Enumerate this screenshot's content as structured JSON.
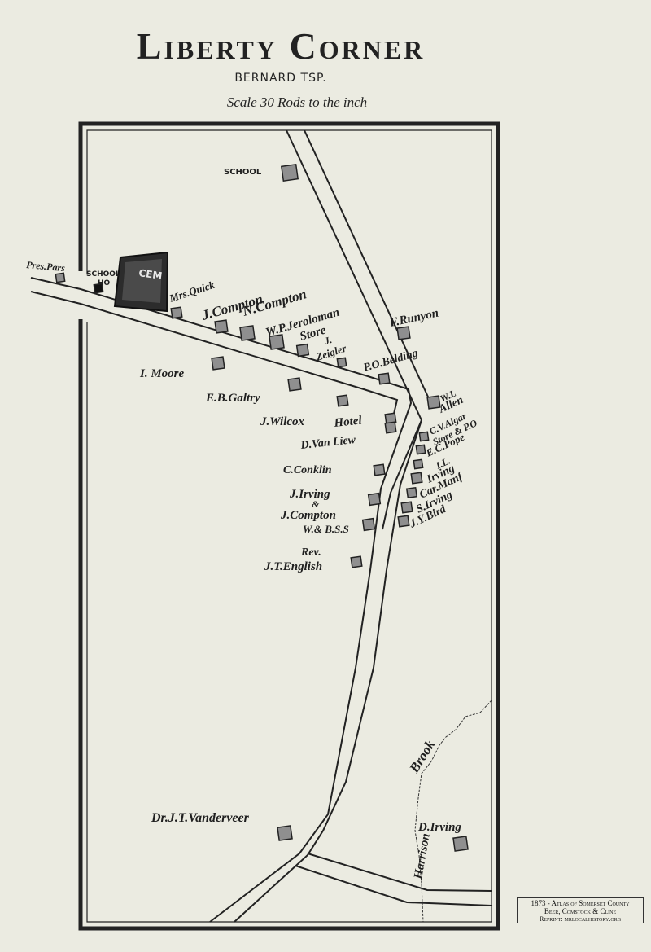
{
  "map": {
    "title": "Liberty Corner",
    "township": "BERNARD TSP.",
    "scale": "Scale 30 Rods to the inch"
  },
  "labels": {
    "school": "SCHOOL",
    "pres_pars": "Pres.Pars",
    "school_ho_1": "SCHOOL",
    "school_ho_2": "HO",
    "cem": "CEM",
    "mrs_quick": "Mrs.Quick",
    "j_compton": "J.Compton",
    "n_compton": "N.Compton",
    "w_p_jeroloman": "W.P.Jeroloman",
    "store": "Store",
    "j_zeigler_1": "J.",
    "j_zeigler_2": "Zeigler",
    "p_o_belding": "P.O.Belding",
    "f_runyon": "F.Runyon",
    "i_moore": "I. Moore",
    "e_b_galtry": "E.B.Galtry",
    "j_wilcox": "J.Wilcox",
    "hotel": "Hotel",
    "d_van_liew": "D.Van Liew",
    "w_l_allen_1": "W.L",
    "w_l_allen_2": "Allen",
    "c_v_algar": "C.V.Algar",
    "store_po": "Store & P.O",
    "e_c_pope": "E.C.Pope",
    "i_l": "I.L.",
    "irving": "Irving",
    "car_manf": "Car.Manf",
    "s_irving": "S.Irving",
    "j_y_bird": "J.Y.Bird",
    "c_conklin": "C.Conklin",
    "j_irving": "J.Irving",
    "ampersand": "&",
    "j_compton_2": "J.Compton",
    "w_b_ss": "W.& B.S.S",
    "rev": "Rev.",
    "j_t_english": "J.T.English",
    "dr_vanderveer": "Dr.J.T.Vanderveer",
    "harrison": "Harrison",
    "brook": "Brook",
    "d_irving": "D.Irving"
  },
  "credit": {
    "line1": "1873 - Atlas of Somerset County",
    "line2": "Beer, Comstock & Cline",
    "line3": "Reprint: mrlocalhistory.org"
  }
}
